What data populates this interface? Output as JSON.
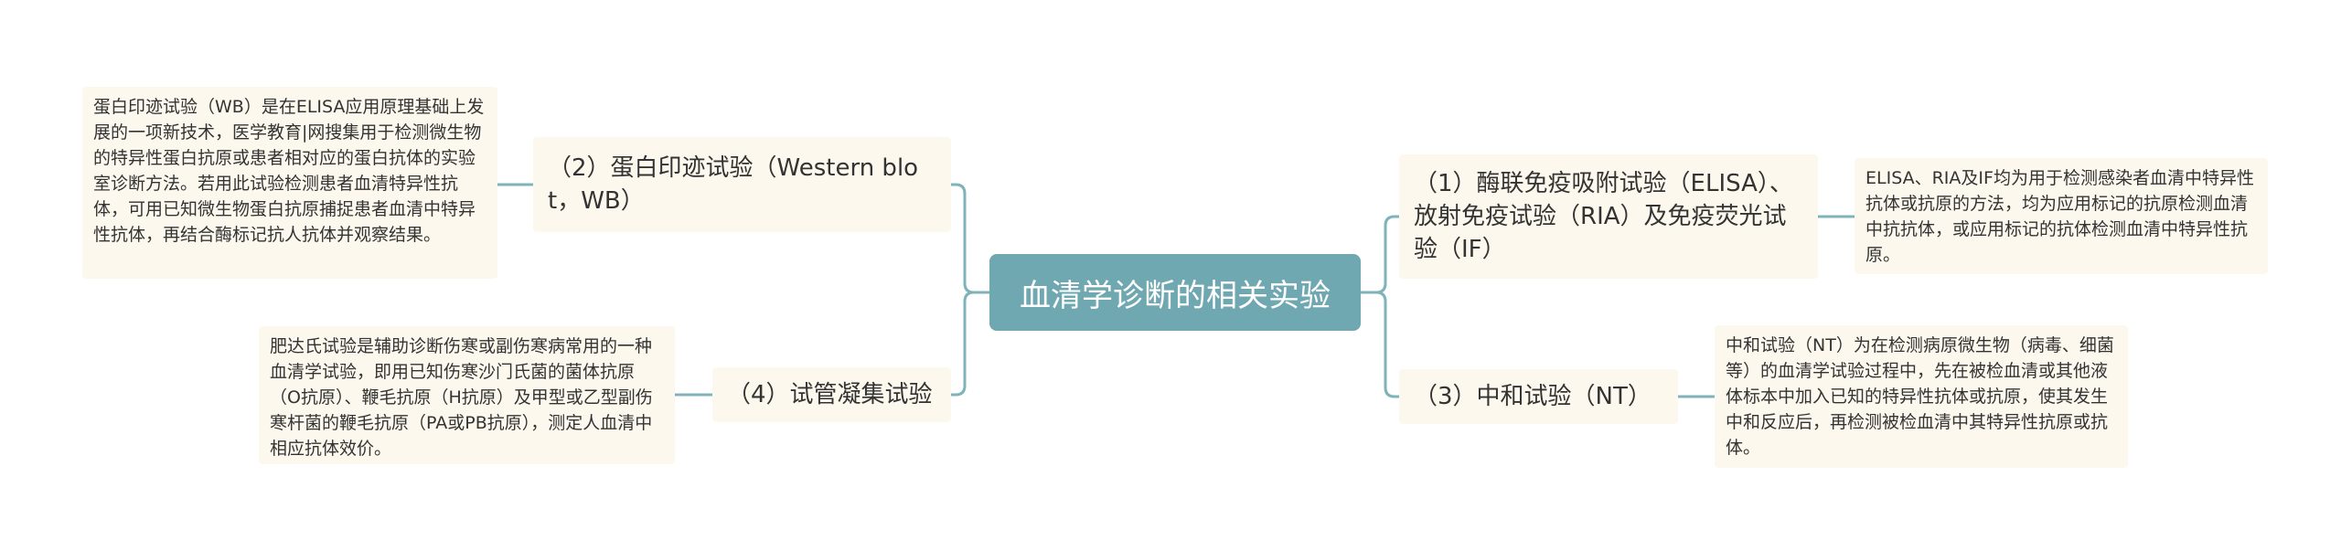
{
  "colors": {
    "center_bg": "#6fa8b0",
    "node_bg": "#fdf8ee",
    "connector": "#7fb3b9"
  },
  "center": {
    "label": "血清学诊断的相关实验"
  },
  "branches": {
    "wb": {
      "label": "（2）蛋白印迹试验（Western blot，WB）",
      "note": "蛋白印迹试验（WB）是在ELISA应用原理基础上发展的一项新技术，医学教育|网搜集用于检测微生物的特异性蛋白抗原或患者相对应的蛋白抗体的实验室诊断方法。若用此试验检测患者血清特异性抗体，可用已知微生物蛋白抗原捕捉患者血清中特异性抗体，再结合酶标记抗人抗体并观察结果。"
    },
    "agglutination": {
      "label": "（4）试管凝集试验",
      "note": "肥达氏试验是辅助诊断伤寒或副伤寒病常用的一种血清学试验，即用已知伤寒沙门氏菌的菌体抗原（O抗原）、鞭毛抗原（H抗原）及甲型或乙型副伤寒杆菌的鞭毛抗原（PA或PB抗原），测定人血清中相应抗体效价。"
    },
    "elisa": {
      "label": "（1）酶联免疫吸附试验（ELISA）、放射免疫试验（RIA）及免疫荧光试验（IF）",
      "note": "ELISA、RIA及IF均为用于检测感染者血清中特异性抗体或抗原的方法，均为应用标记的抗原检测血清中抗抗体，或应用标记的抗体检测血清中特异性抗原。"
    },
    "nt": {
      "label": "（3）中和试验（NT）",
      "note": "中和试验（NT）为在检测病原微生物（病毒、细菌等）的血清学试验过程中，先在被检血清或其他液体标本中加入已知的特异性抗体或抗原，使其发生中和反应后，再检测被检血清中其特异性抗原或抗体。"
    }
  }
}
